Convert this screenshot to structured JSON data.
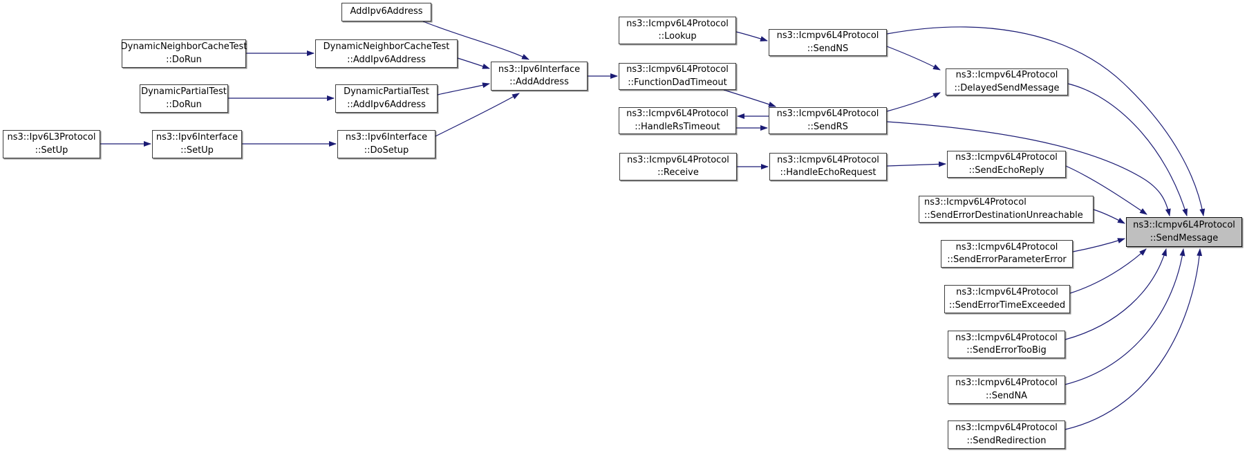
{
  "diagram": {
    "type": "doxygen-call-graph",
    "colors": {
      "background": "#ffffff",
      "edge": "#1b1b74",
      "node_fill": "#ffffff",
      "node_border": "#3c3c3c",
      "highlight_fill": "#bfbfbf"
    },
    "nodes": {
      "addipv6address": {
        "line1": "AddIpv6Address"
      },
      "dnct_dorun": {
        "line1": "DynamicNeighborCacheTest",
        "line2": "::DoRun"
      },
      "dnct_addipv6": {
        "line1": "DynamicNeighborCacheTest",
        "line2": "::AddIpv6Address"
      },
      "dpt_dorun": {
        "line1": "DynamicPartialTest",
        "line2": "::DoRun"
      },
      "dpt_addipv6": {
        "line1": "DynamicPartialTest",
        "line2": "::AddIpv6Address"
      },
      "ipv6l3_setup": {
        "line1": "ns3::Ipv6L3Protocol",
        "line2": "::SetUp"
      },
      "ipv6if_setup": {
        "line1": "ns3::Ipv6Interface",
        "line2": "::SetUp"
      },
      "ipv6if_dosetup": {
        "line1": "ns3::Ipv6Interface",
        "line2": "::DoSetup"
      },
      "ipv6if_addaddress": {
        "line1": "ns3::Ipv6Interface",
        "line2": "::AddAddress"
      },
      "lookup": {
        "line1": "ns3::Icmpv6L4Protocol",
        "line2": "::Lookup"
      },
      "sendns": {
        "line1": "ns3::Icmpv6L4Protocol",
        "line2": "::SendNS"
      },
      "functiondadtimeout": {
        "line1": "ns3::Icmpv6L4Protocol",
        "line2": "::FunctionDadTimeout"
      },
      "handlerstimeout": {
        "line1": "ns3::Icmpv6L4Protocol",
        "line2": "::HandleRsTimeout"
      },
      "sendrs": {
        "line1": "ns3::Icmpv6L4Protocol",
        "line2": "::SendRS"
      },
      "receive": {
        "line1": "ns3::Icmpv6L4Protocol",
        "line2": "::Receive"
      },
      "handleechorequest": {
        "line1": "ns3::Icmpv6L4Protocol",
        "line2": "::HandleEchoRequest"
      },
      "delayedsendmessage": {
        "line1": "ns3::Icmpv6L4Protocol",
        "line2": "::DelayedSendMessage"
      },
      "sendechoreply": {
        "line1": "ns3::Icmpv6L4Protocol",
        "line2": "::SendEchoReply"
      },
      "senderrordestunreachable": {
        "line1": "ns3::Icmpv6L4Protocol",
        "line2": "::SendErrorDestinationUnreachable"
      },
      "senderrorparametererror": {
        "line1": "ns3::Icmpv6L4Protocol",
        "line2": "::SendErrorParameterError"
      },
      "senderrortimeexceeded": {
        "line1": "ns3::Icmpv6L4Protocol",
        "line2": "::SendErrorTimeExceeded"
      },
      "senderrortoobig": {
        "line1": "ns3::Icmpv6L4Protocol",
        "line2": "::SendErrorTooBig"
      },
      "sendna": {
        "line1": "ns3::Icmpv6L4Protocol",
        "line2": "::SendNA"
      },
      "sendredirection": {
        "line1": "ns3::Icmpv6L4Protocol",
        "line2": "::SendRedirection"
      },
      "sendmessage": {
        "line1": "ns3::Icmpv6L4Protocol",
        "line2": "::SendMessage",
        "highlighted": true
      }
    },
    "edges": [
      {
        "from": "AddIpv6Address",
        "to": "ns3::Ipv6Interface::AddAddress"
      },
      {
        "from": "DynamicNeighborCacheTest::DoRun",
        "to": "DynamicNeighborCacheTest::AddIpv6Address"
      },
      {
        "from": "DynamicNeighborCacheTest::AddIpv6Address",
        "to": "ns3::Ipv6Interface::AddAddress"
      },
      {
        "from": "DynamicPartialTest::DoRun",
        "to": "DynamicPartialTest::AddIpv6Address"
      },
      {
        "from": "DynamicPartialTest::AddIpv6Address",
        "to": "ns3::Ipv6Interface::AddAddress"
      },
      {
        "from": "ns3::Ipv6L3Protocol::SetUp",
        "to": "ns3::Ipv6Interface::SetUp"
      },
      {
        "from": "ns3::Ipv6Interface::SetUp",
        "to": "ns3::Ipv6Interface::DoSetup"
      },
      {
        "from": "ns3::Ipv6Interface::DoSetup",
        "to": "ns3::Ipv6Interface::AddAddress"
      },
      {
        "from": "ns3::Ipv6Interface::AddAddress",
        "to": "ns3::Icmpv6L4Protocol::FunctionDadTimeout"
      },
      {
        "from": "ns3::Icmpv6L4Protocol::Lookup",
        "to": "ns3::Icmpv6L4Protocol::SendNS"
      },
      {
        "from": "ns3::Icmpv6L4Protocol::FunctionDadTimeout",
        "to": "ns3::Icmpv6L4Protocol::SendRS"
      },
      {
        "from": "ns3::Icmpv6L4Protocol::SendRS",
        "to": "ns3::Icmpv6L4Protocol::HandleRsTimeout"
      },
      {
        "from": "ns3::Icmpv6L4Protocol::HandleRsTimeout",
        "to": "ns3::Icmpv6L4Protocol::SendRS"
      },
      {
        "from": "ns3::Icmpv6L4Protocol::SendNS",
        "to": "ns3::Icmpv6L4Protocol::DelayedSendMessage"
      },
      {
        "from": "ns3::Icmpv6L4Protocol::SendRS",
        "to": "ns3::Icmpv6L4Protocol::DelayedSendMessage"
      },
      {
        "from": "ns3::Icmpv6L4Protocol::SendNS",
        "to": "ns3::Icmpv6L4Protocol::SendMessage"
      },
      {
        "from": "ns3::Icmpv6L4Protocol::SendRS",
        "to": "ns3::Icmpv6L4Protocol::SendMessage"
      },
      {
        "from": "ns3::Icmpv6L4Protocol::DelayedSendMessage",
        "to": "ns3::Icmpv6L4Protocol::SendMessage"
      },
      {
        "from": "ns3::Icmpv6L4Protocol::Receive",
        "to": "ns3::Icmpv6L4Protocol::HandleEchoRequest"
      },
      {
        "from": "ns3::Icmpv6L4Protocol::HandleEchoRequest",
        "to": "ns3::Icmpv6L4Protocol::SendEchoReply"
      },
      {
        "from": "ns3::Icmpv6L4Protocol::SendEchoReply",
        "to": "ns3::Icmpv6L4Protocol::SendMessage"
      },
      {
        "from": "ns3::Icmpv6L4Protocol::SendErrorDestinationUnreachable",
        "to": "ns3::Icmpv6L4Protocol::SendMessage"
      },
      {
        "from": "ns3::Icmpv6L4Protocol::SendErrorParameterError",
        "to": "ns3::Icmpv6L4Protocol::SendMessage"
      },
      {
        "from": "ns3::Icmpv6L4Protocol::SendErrorTimeExceeded",
        "to": "ns3::Icmpv6L4Protocol::SendMessage"
      },
      {
        "from": "ns3::Icmpv6L4Protocol::SendErrorTooBig",
        "to": "ns3::Icmpv6L4Protocol::SendMessage"
      },
      {
        "from": "ns3::Icmpv6L4Protocol::SendNA",
        "to": "ns3::Icmpv6L4Protocol::SendMessage"
      },
      {
        "from": "ns3::Icmpv6L4Protocol::SendRedirection",
        "to": "ns3::Icmpv6L4Protocol::SendMessage"
      }
    ]
  }
}
